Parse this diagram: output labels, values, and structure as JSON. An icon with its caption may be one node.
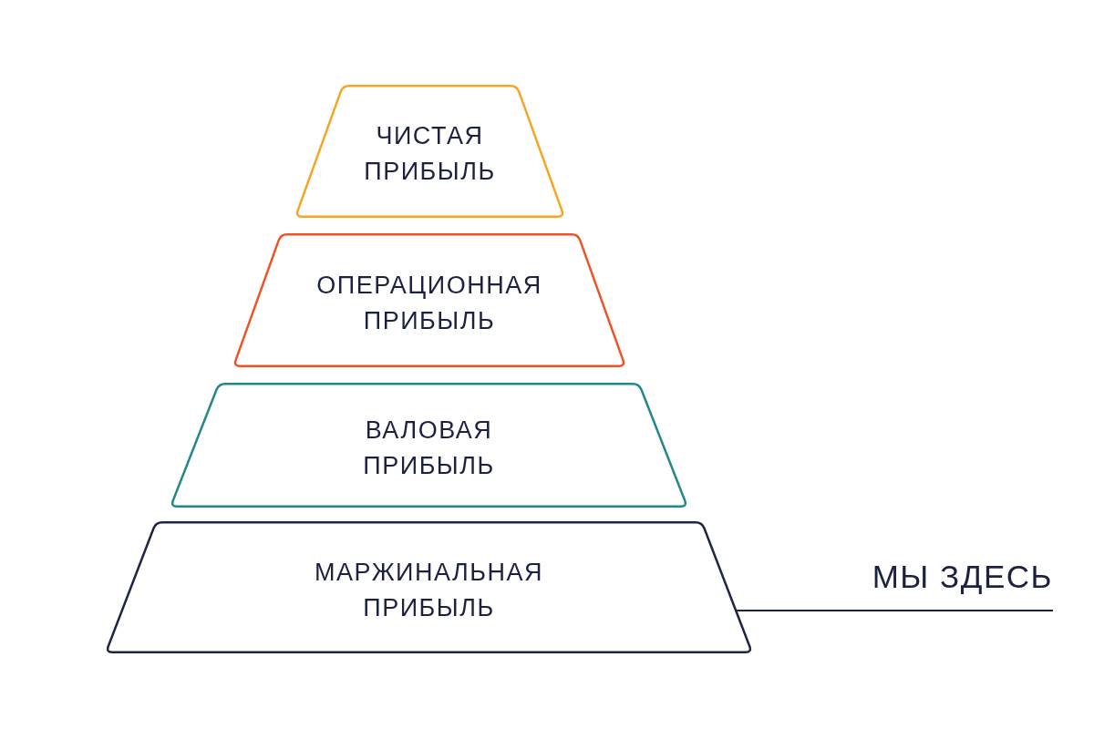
{
  "diagram": {
    "nodes": [
      {
        "text": [
          "ЧИСТАЯ ПРИБЫЛЬ"
        ]
      },
      {
        "text": [
          "ОПЕРАЦИОННАЯ ПРИБЫЛЬ"
        ]
      },
      {
        "text": [
          "ВАЛОВАЯ ПРИБЫЛЬ"
        ]
      },
      {
        "text": [
          "МАРЖИНАЛЬНАЯ ПРИБЫЛЬ"
        ]
      },
      {
        "text": [
          "МЫ ЗДЕСЬ"
        ]
      }
    ],
    "edges": [
      {
        "from": 4,
        "to": 3,
        "arrow": "none"
      }
    ]
  }
}
